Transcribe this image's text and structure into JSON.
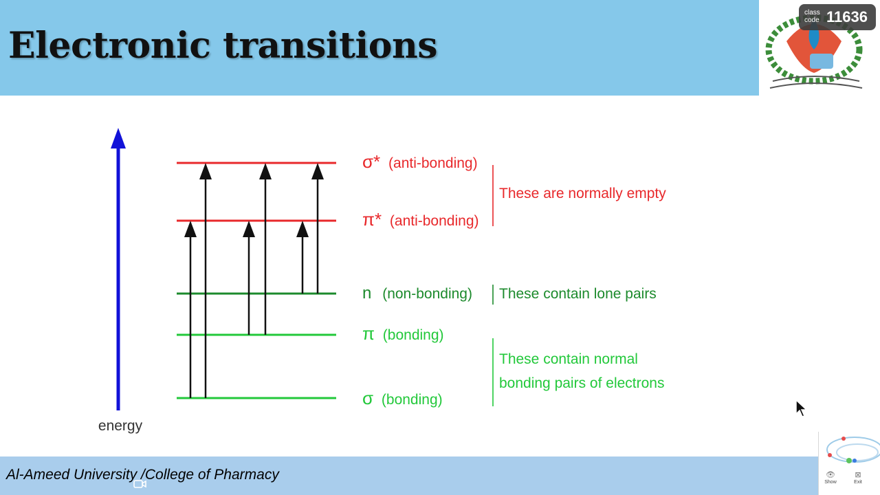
{
  "slide": {
    "title": "Electronic transitions",
    "footer": "Al-Ameed University /College of Pharmacy"
  },
  "class_code": {
    "label": "class code",
    "value": "11636"
  },
  "diagram": {
    "axis_label": "energy",
    "levels": [
      {
        "symbol": "σ*",
        "name": "(anti-bonding)",
        "color": "#e8282b"
      },
      {
        "symbol": "π*",
        "name": "(anti-bonding)",
        "color": "#e8282b"
      },
      {
        "symbol": "n",
        "name": "(non-bonding)",
        "color": "#1c8a2c"
      },
      {
        "symbol": "π",
        "name": "(bonding)",
        "color": "#22c83a"
      },
      {
        "symbol": "σ",
        "name": "(bonding)",
        "color": "#22c83a"
      }
    ],
    "groups": [
      {
        "lines": [
          "These are normally empty"
        ],
        "color": "#e8282b"
      },
      {
        "lines": [
          "These contain lone pairs"
        ],
        "color": "#1c8a2c"
      },
      {
        "lines": [
          "These contain normal",
          "bonding pairs of electrons"
        ],
        "color": "#22c83a"
      }
    ],
    "transitions": [
      {
        "from": "σ",
        "to": "π*"
      },
      {
        "from": "σ",
        "to": "σ*"
      },
      {
        "from": "π",
        "to": "π*"
      },
      {
        "from": "π",
        "to": "σ*"
      },
      {
        "from": "n",
        "to": "π*"
      },
      {
        "from": "n",
        "to": "σ*"
      }
    ],
    "arrow_color": "#111111",
    "axis_color": "#1212d8"
  },
  "widget": {
    "show_label": "Show",
    "exit_label": "Exit"
  }
}
